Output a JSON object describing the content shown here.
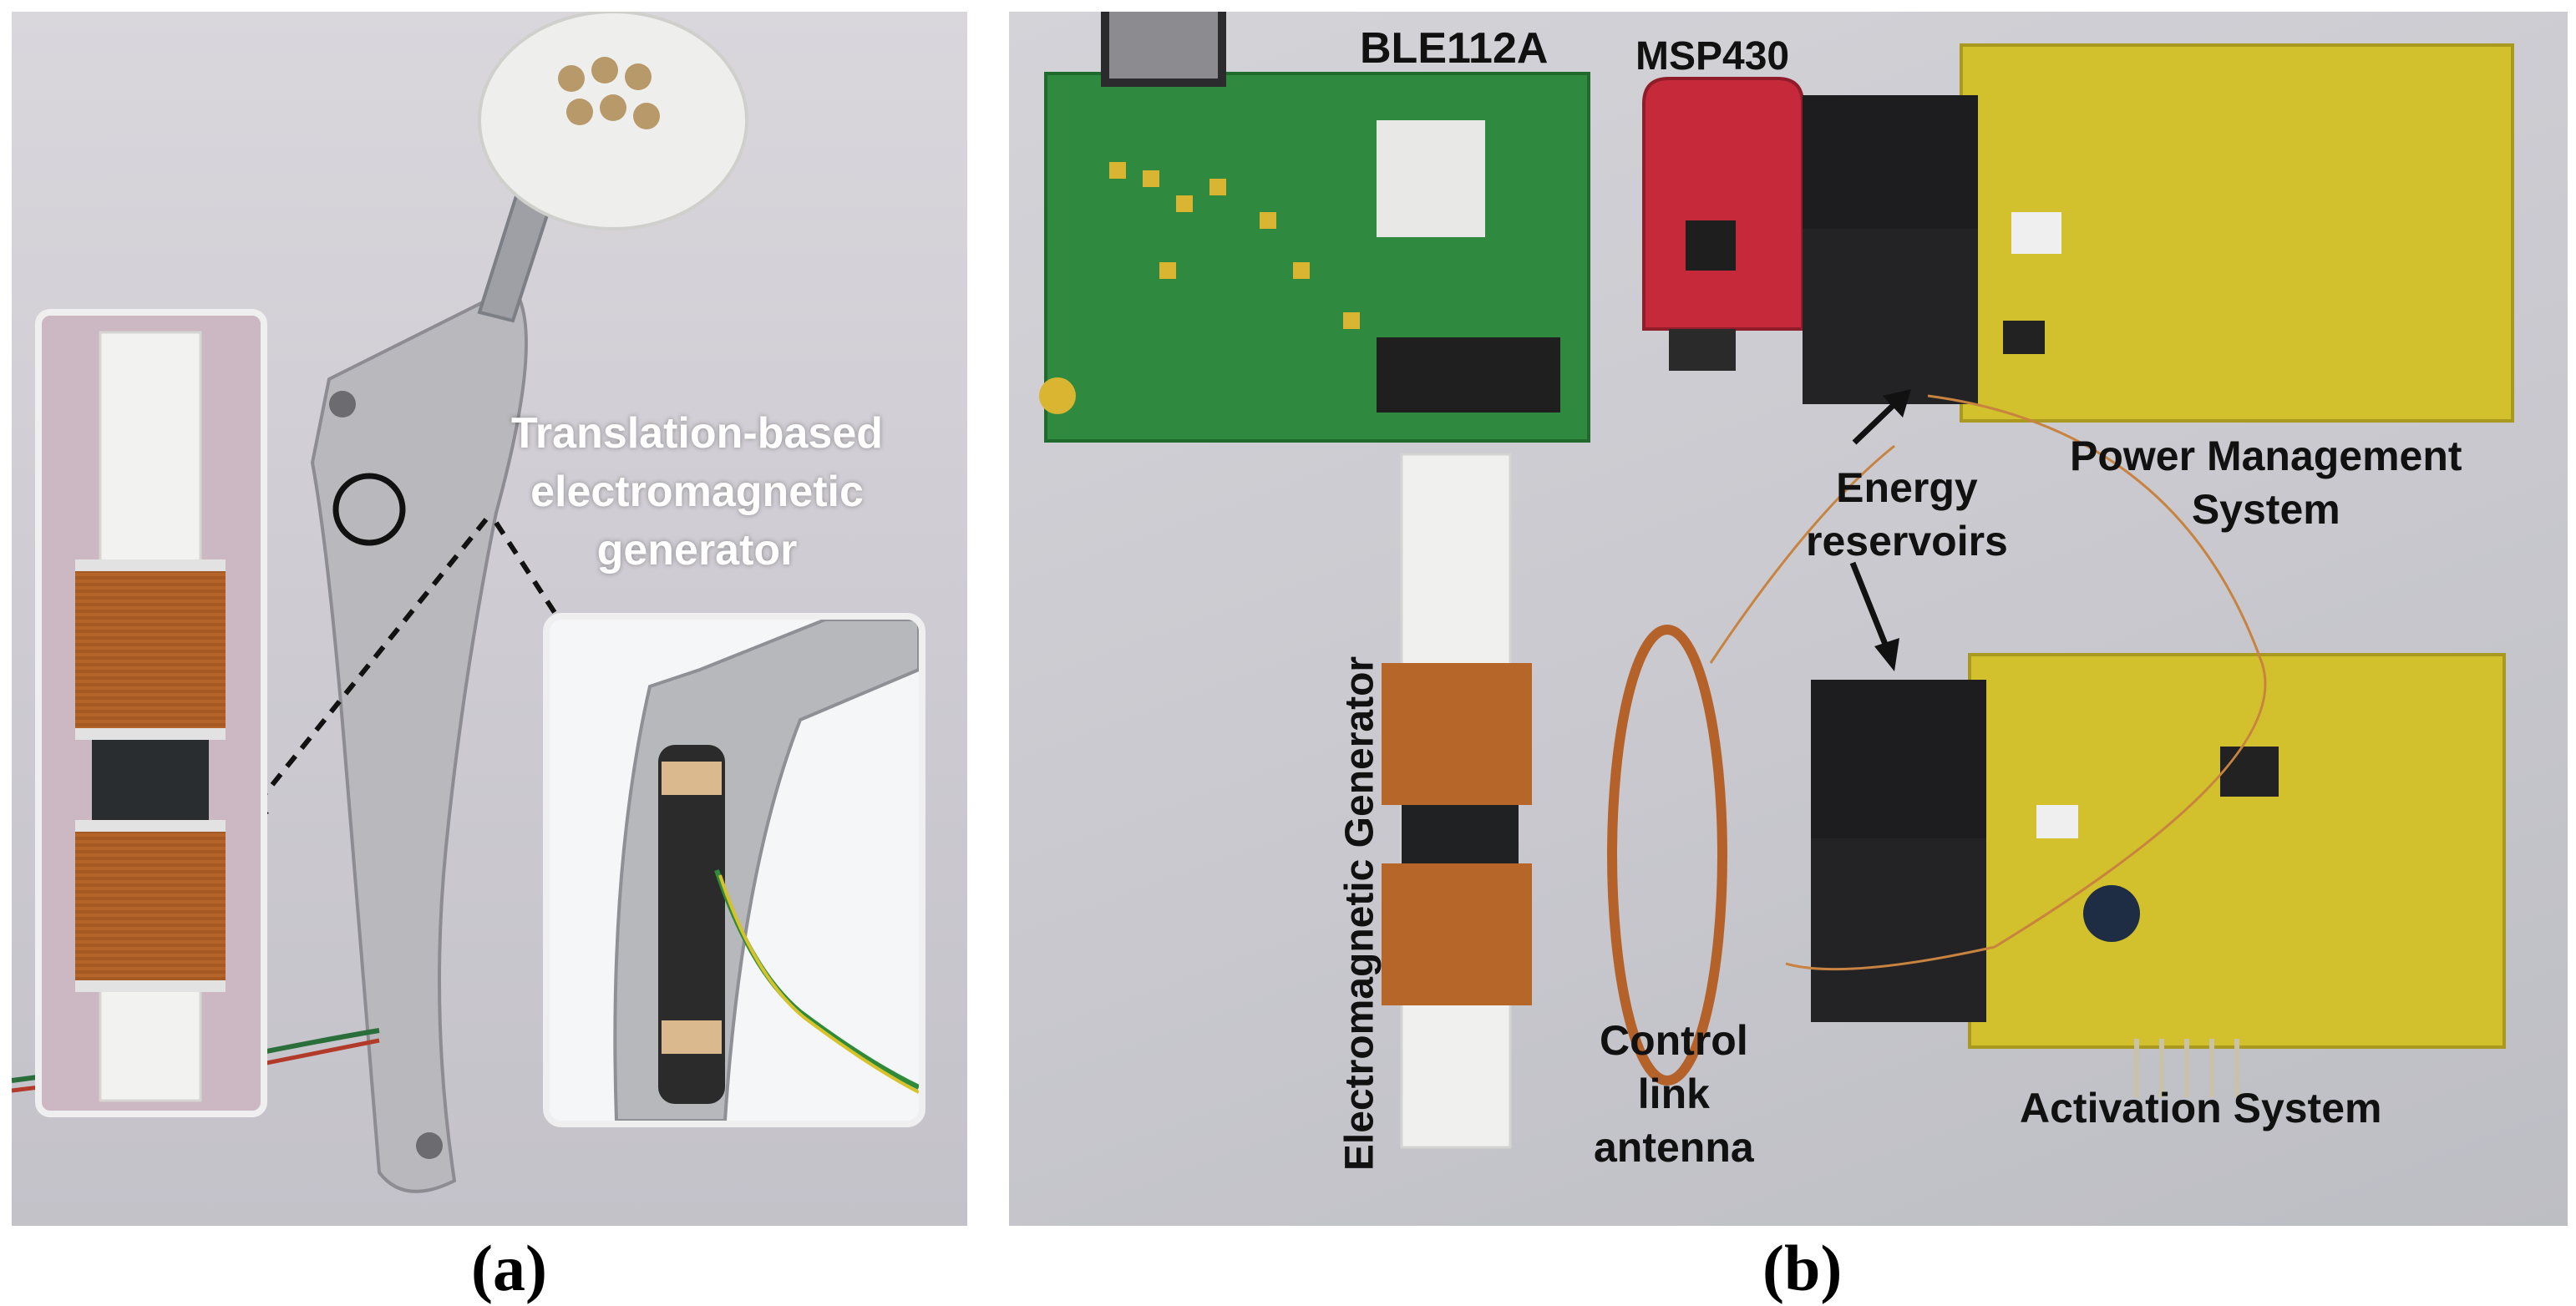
{
  "panel_a": {
    "callout": [
      "Translation-based",
      "electromagnetic",
      "generator"
    ],
    "caption": "(a)"
  },
  "panel_b": {
    "labels": {
      "ble": "BLE112A",
      "msp": "MSP430",
      "power": [
        "Power Management",
        "System"
      ],
      "energy": [
        "Energy",
        "reservoirs"
      ],
      "generator": "Electromagnetic Generator",
      "antenna": [
        "Control",
        "link",
        "antenna"
      ],
      "activation": "Activation System"
    },
    "caption": "(b)"
  }
}
